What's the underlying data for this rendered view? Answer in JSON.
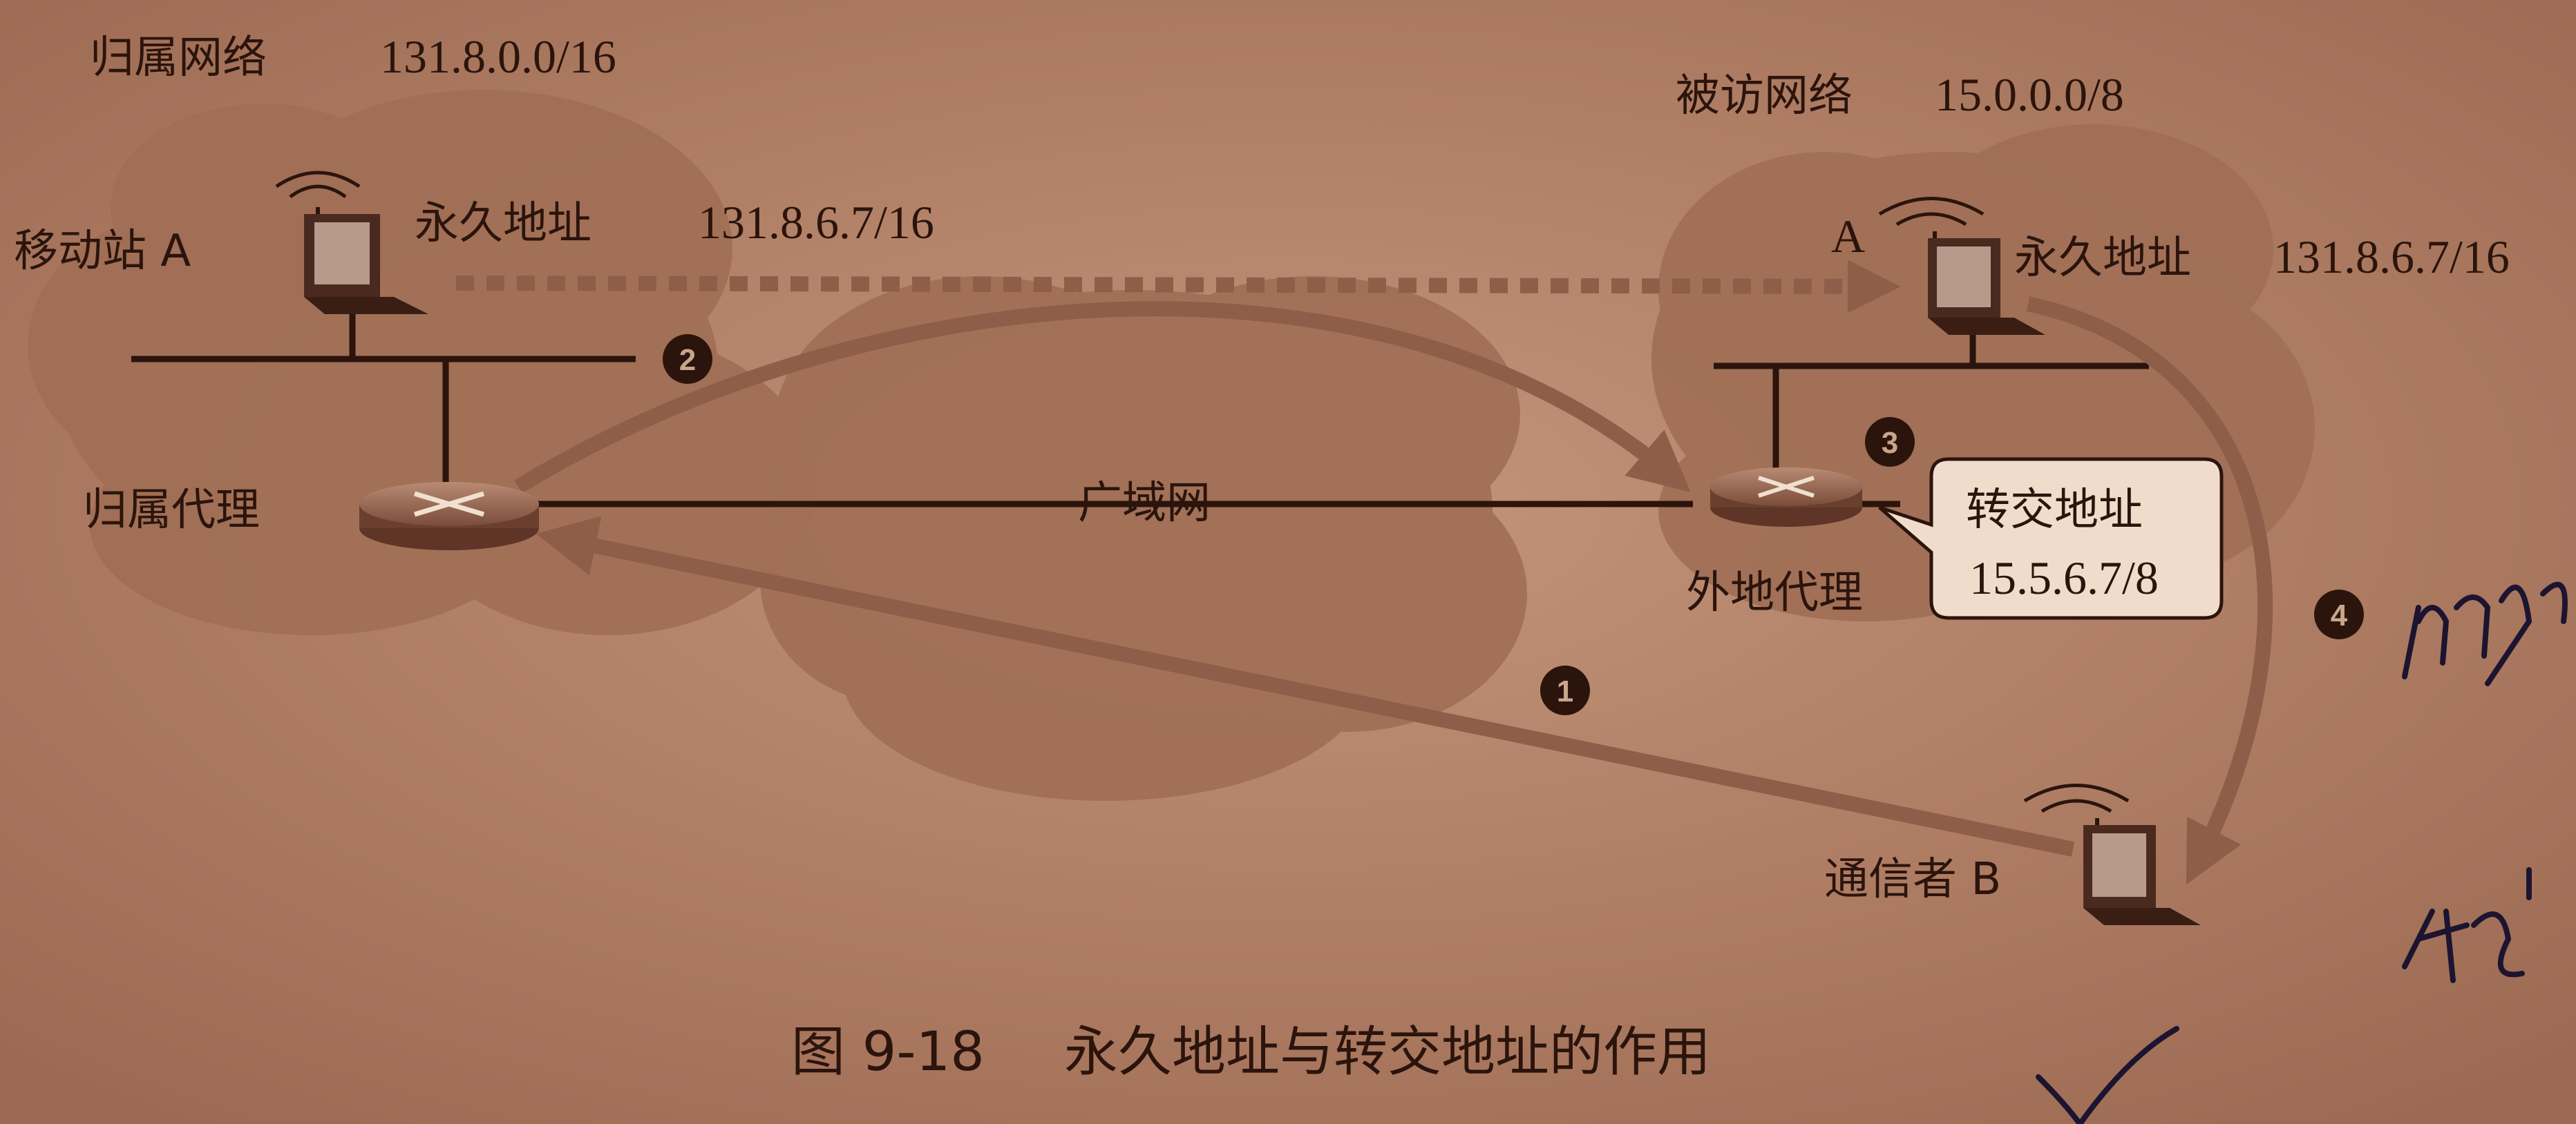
{
  "home_network": {
    "label": "归属网络",
    "prefix": "131.8.0.0/16"
  },
  "visited_network": {
    "label": "被访网络",
    "prefix": "15.0.0.0/8"
  },
  "mobile_station_a": {
    "label": "移动站 A",
    "permanent_address_label": "永久地址",
    "permanent_address": "131.8.6.7/16"
  },
  "visited_host": {
    "label": "A",
    "permanent_address_label": "永久地址",
    "permanent_address": "131.8.6.7/16"
  },
  "home_agent": {
    "label": "归属代理"
  },
  "foreign_agent": {
    "label": "外地代理",
    "care_of_label": "转交地址",
    "care_of_address": "15.5.6.7/8"
  },
  "wan": {
    "label": "广域网"
  },
  "correspondent": {
    "label": "通信者 B"
  },
  "steps": [
    "1",
    "2",
    "3",
    "4"
  ],
  "caption": {
    "figure_no": "图 9-18",
    "title": "永久地址与转交地址的作用"
  },
  "colors": {
    "background": "#b8876a",
    "cloud": "#a06f55",
    "arrow": "#8f5e49",
    "ink": "#2b140c"
  }
}
